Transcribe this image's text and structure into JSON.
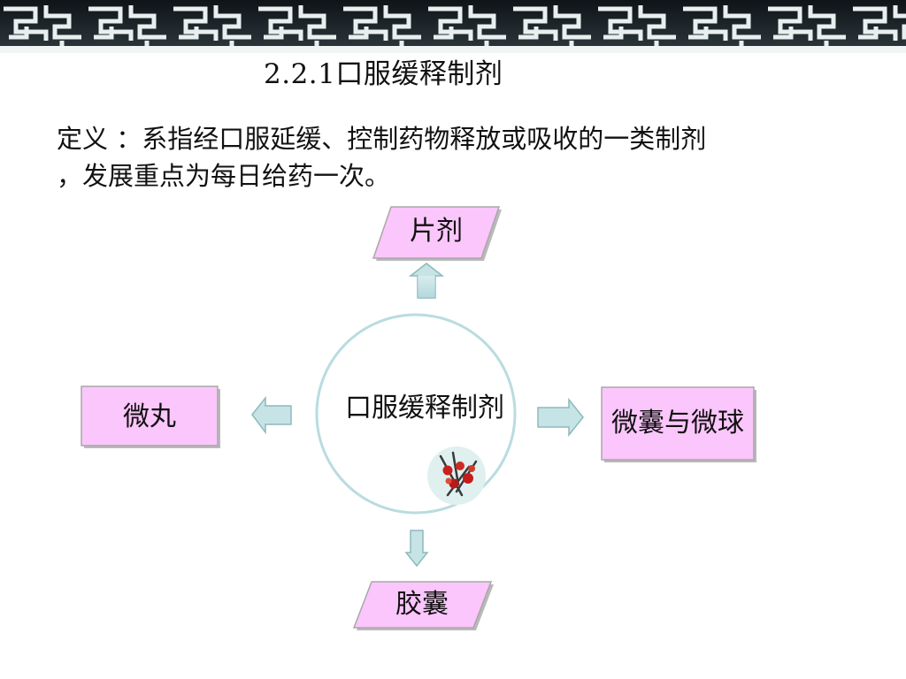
{
  "slide": {
    "title": "2.2.1口服缓释制剂",
    "definition_line1": "定义 ：系指经口服延缓、控制药物释放或吸收的一类制剂",
    "definition_line2": "，发展重点为每日给药一次。"
  },
  "diagram": {
    "center_label": "口服缓释制剂",
    "top_label": "片剂",
    "left_label": "微丸",
    "right_label": "微囊与微球",
    "bottom_label": "胶囊"
  },
  "colors": {
    "box_fill": "#fbc6fb",
    "arrow_fill": "#c6e3e6",
    "circle_stroke": "#b9dcdf",
    "border_dark": "#1c2328"
  }
}
